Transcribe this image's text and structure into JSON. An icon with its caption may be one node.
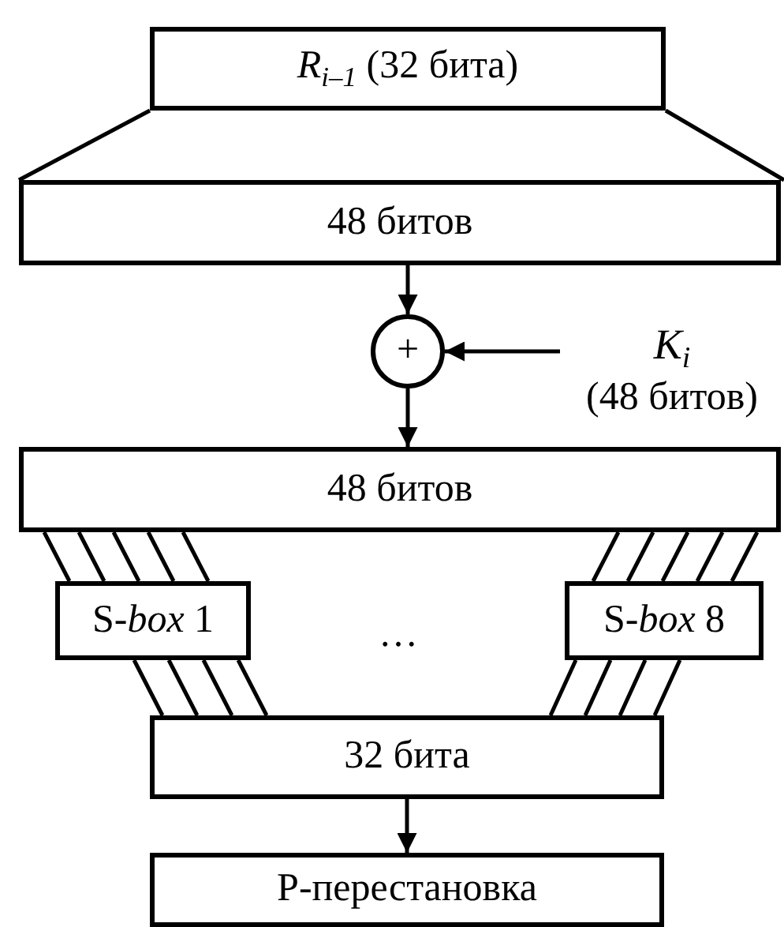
{
  "diagram": {
    "nodes": [
      {
        "text": [
          "*R*$_{i–1}$ (32 бита)"
        ]
      },
      {
        "text": [
          "48 битов"
        ]
      },
      {
        "text": [
          "+"
        ]
      },
      {
        "text": [
          "*K*$_{i}$",
          "(48 битов)"
        ]
      },
      {
        "text": [
          "48 битов"
        ]
      },
      {
        "text": [
          "S-*box* 1"
        ]
      },
      {
        "text": [
          "S-*box* 8"
        ]
      },
      {
        "text": [
          "32 бита"
        ]
      },
      {
        "text": [
          "P-перестановка"
        ]
      }
    ],
    "edges": [
      {
        "from": 0,
        "to": 1,
        "arrow": "none"
      },
      {
        "from": 0,
        "to": 1,
        "arrow": "none"
      },
      {
        "from": 1,
        "to": 2,
        "arrow": "to"
      },
      {
        "from": 3,
        "to": 2,
        "arrow": "to"
      },
      {
        "from": 2,
        "to": 4,
        "arrow": "to"
      },
      {
        "from": 4,
        "to": 5,
        "arrow": "none"
      },
      {
        "from": 4,
        "to": 5,
        "arrow": "none"
      },
      {
        "from": 4,
        "to": 5,
        "arrow": "none"
      },
      {
        "from": 4,
        "to": 5,
        "arrow": "none"
      },
      {
        "from": 4,
        "to": 5,
        "arrow": "none"
      },
      {
        "from": 4,
        "to": 6,
        "arrow": "none"
      },
      {
        "from": 4,
        "to": 6,
        "arrow": "none"
      },
      {
        "from": 4,
        "to": 6,
        "arrow": "none"
      },
      {
        "from": 4,
        "to": 6,
        "arrow": "none"
      },
      {
        "from": 4,
        "to": 6,
        "arrow": "none"
      },
      {
        "from": 5,
        "to": 7,
        "arrow": "none"
      },
      {
        "from": 5,
        "to": 7,
        "arrow": "none"
      },
      {
        "from": 5,
        "to": 7,
        "arrow": "none"
      },
      {
        "from": 5,
        "to": 7,
        "arrow": "none"
      },
      {
        "from": 6,
        "to": 7,
        "arrow": "none"
      },
      {
        "from": 6,
        "to": 7,
        "arrow": "none"
      },
      {
        "from": 6,
        "to": 7,
        "arrow": "none"
      },
      {
        "from": 6,
        "to": 7,
        "arrow": "none"
      },
      {
        "from": 7,
        "to": 8,
        "arrow": "to"
      }
    ],
    "labels": [
      "…"
    ]
  }
}
